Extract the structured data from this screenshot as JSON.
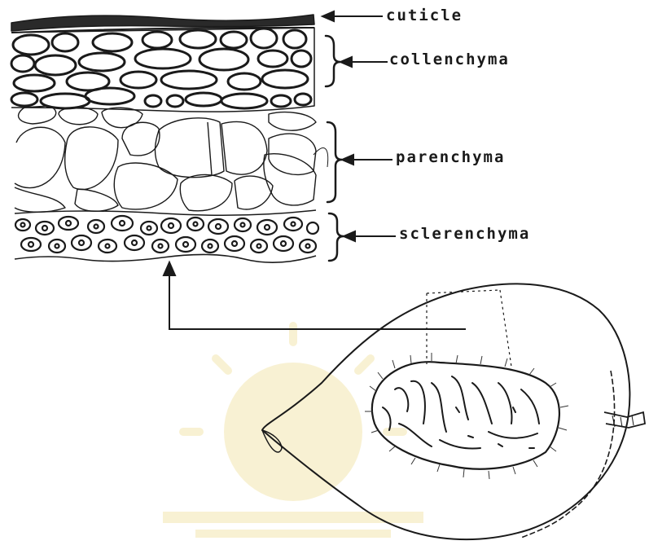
{
  "labels": {
    "cuticle": "cuticle",
    "collenchyma": "collenchyma",
    "parenchyma": "parenchyma",
    "sclerenchyma": "sclerenchyma"
  },
  "colors": {
    "ink": "#1a1a1a",
    "watermark": "#f3e6b0",
    "background": "#ffffff"
  }
}
